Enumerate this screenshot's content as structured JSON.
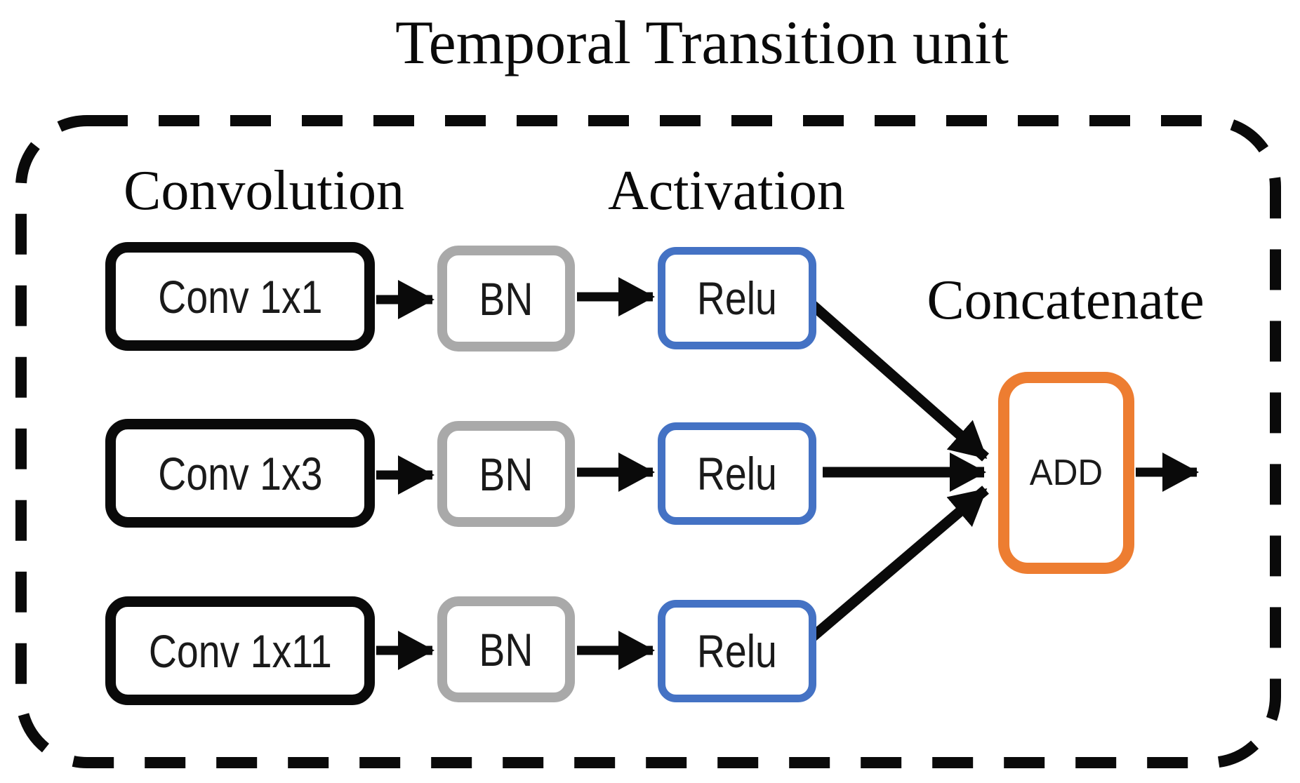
{
  "title": "Temporal Transition unit",
  "colors": {
    "black": "#0a0a0a",
    "gray": "#A9A9A9",
    "blue": "#4472C4",
    "orange": "#ED7D31"
  },
  "labels": {
    "convolution": "Convolution",
    "activation": "Activation",
    "concatenate": "Concatenate"
  },
  "rows": [
    {
      "conv": "Conv 1x1",
      "bn": "BN",
      "relu": "Relu"
    },
    {
      "conv": "Conv 1x3",
      "bn": "BN",
      "relu": "Relu"
    },
    {
      "conv": "Conv 1x11",
      "bn": "BN",
      "relu": "Relu"
    }
  ],
  "add": {
    "label": "ADD"
  }
}
